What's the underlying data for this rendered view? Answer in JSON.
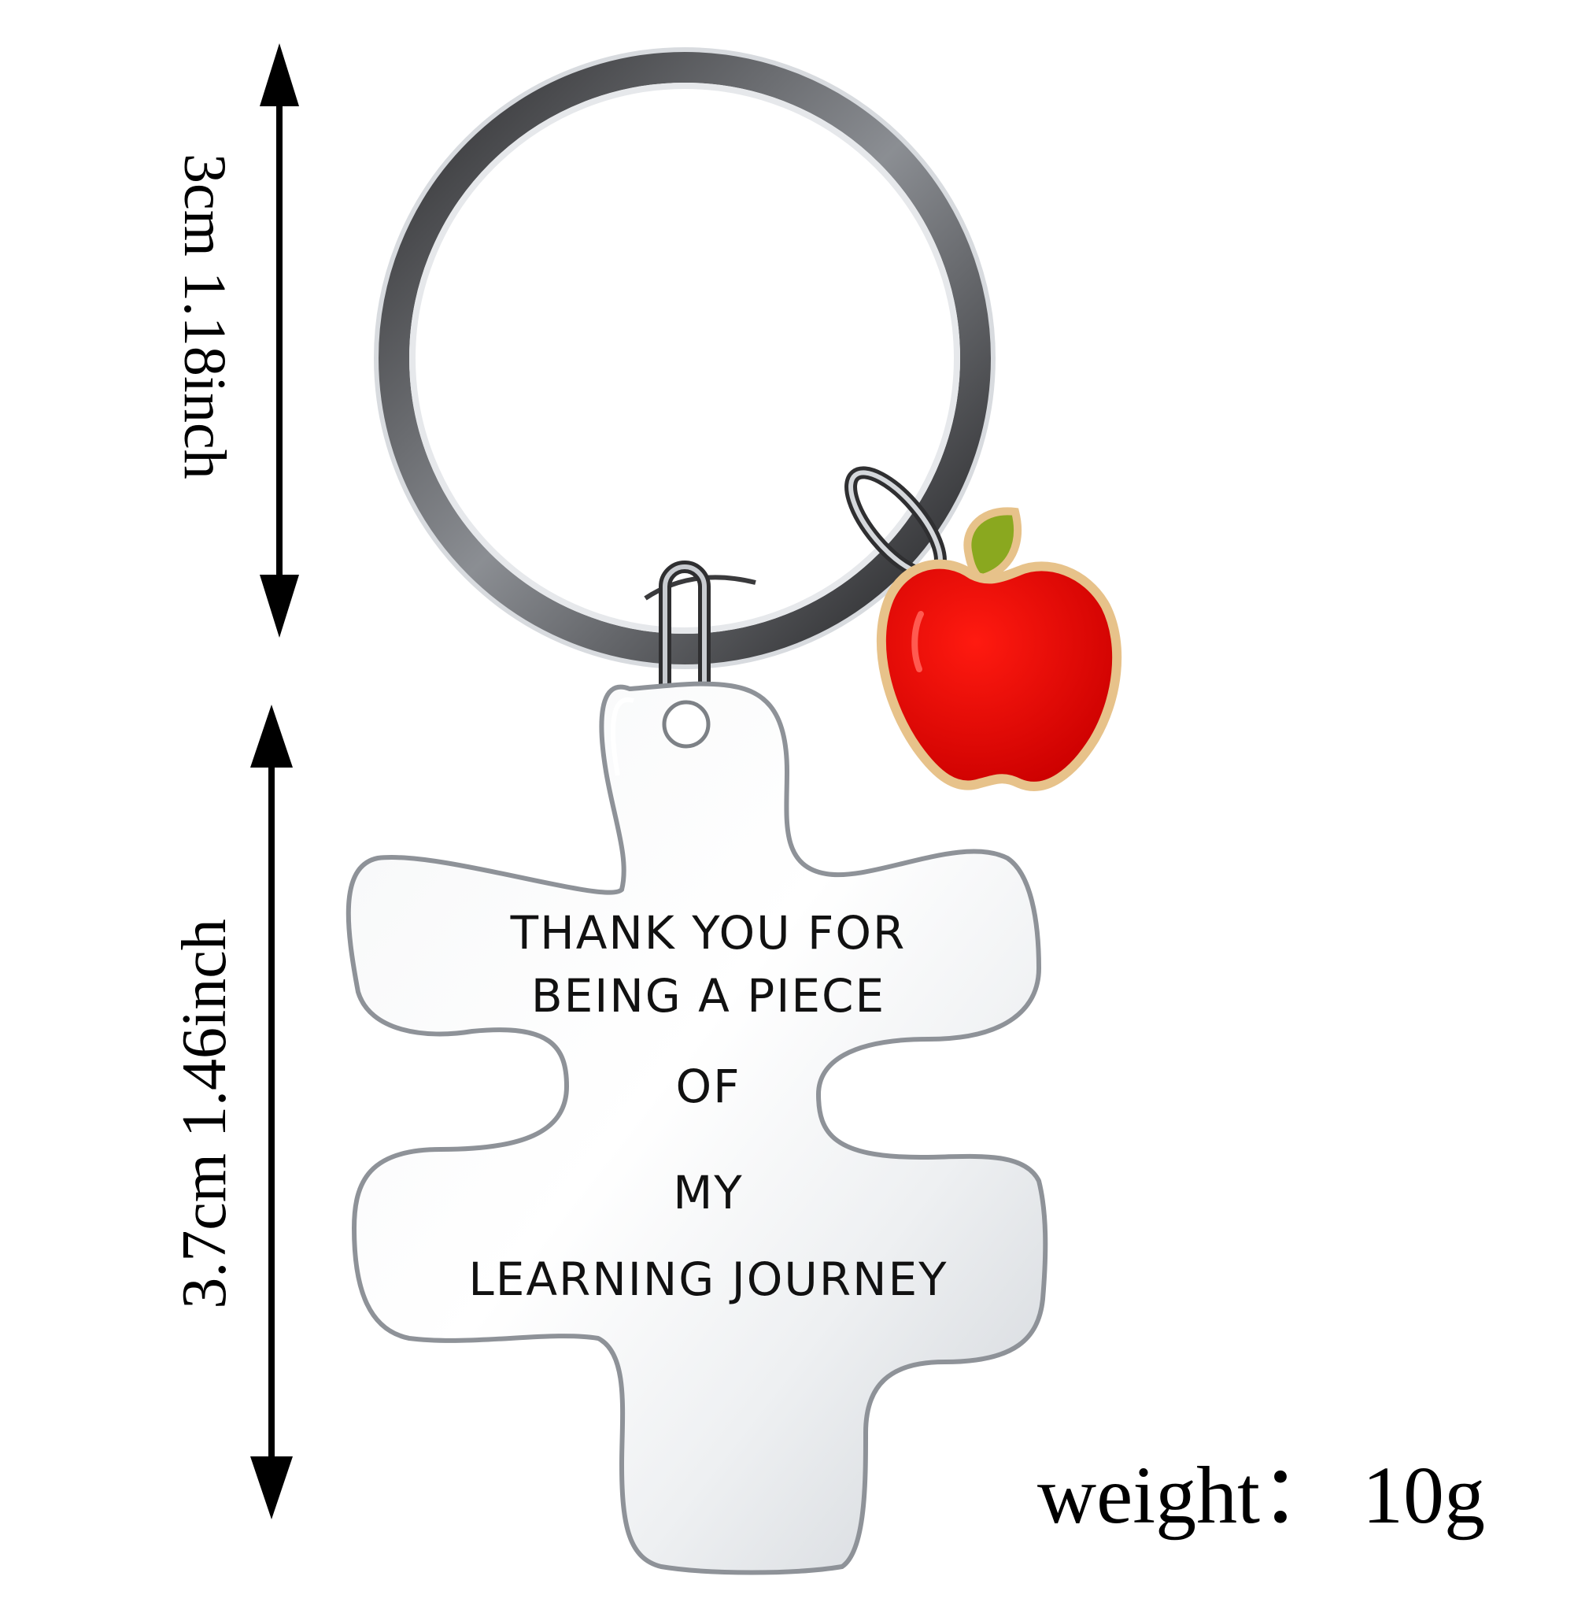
{
  "dimensions": {
    "ring": "3cm 1.18inch",
    "tag": "3.7cm 1.46inch",
    "weight": "weight：  10g"
  },
  "engraving": {
    "line1": "THANK YOU FOR",
    "line2": "BEING A PIECE",
    "line3": "OF",
    "line4": "MY",
    "line5": "LEARNING JOURNEY"
  },
  "colors": {
    "apple": "#e00000",
    "leaf": "#8aa81f",
    "metal": "#c9ccd1",
    "text": "#000000"
  },
  "icons": [
    "apple-charm-icon",
    "puzzle-piece-tag",
    "key-ring"
  ]
}
